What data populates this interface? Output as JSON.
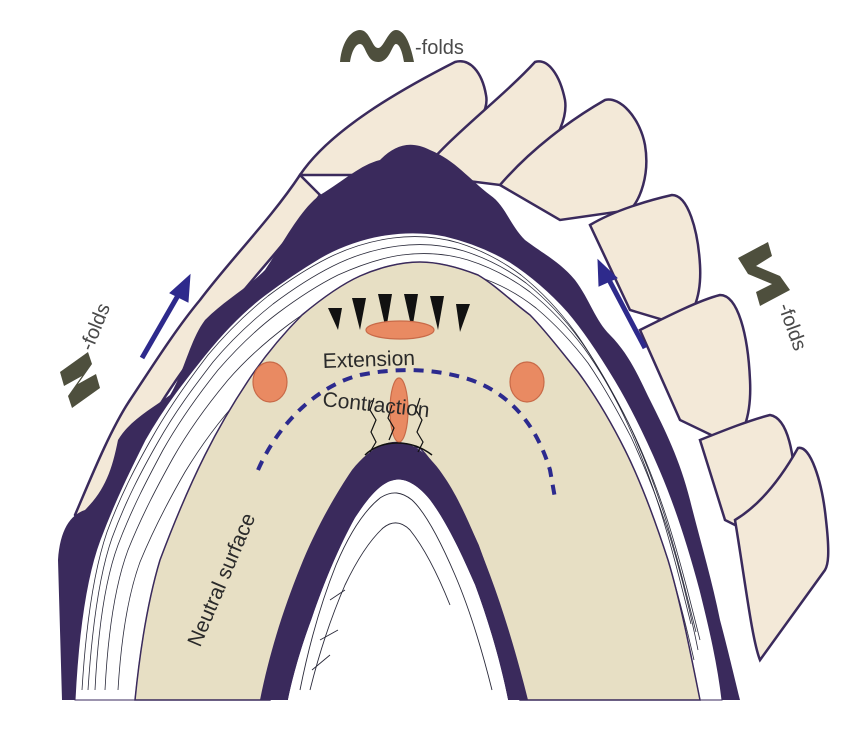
{
  "labels": {
    "m_folds": "-folds",
    "z_folds": "-folds",
    "s_folds": "-folds",
    "extension": "Extension",
    "contraction": "Contraction",
    "neutral_surface": "Neutral surface"
  },
  "colors": {
    "dark_layer": "#3a2a5c",
    "core_fill": "#e7dfc4",
    "block_face": "#f3e9d8",
    "ellipse": "#e98a62",
    "ellipse_stroke": "#c86a48",
    "arrow": "#2e2a8c",
    "neutral_line": "#2c2a8e",
    "fold_icon": "#4e4f3d",
    "label_text": "#2a2a2a",
    "fold_label_text": "#4a4a4a"
  },
  "icons": {
    "m_fold": "m-fold-glyph",
    "z_fold": "z-fold-glyph",
    "s_fold": "s-fold-glyph"
  }
}
